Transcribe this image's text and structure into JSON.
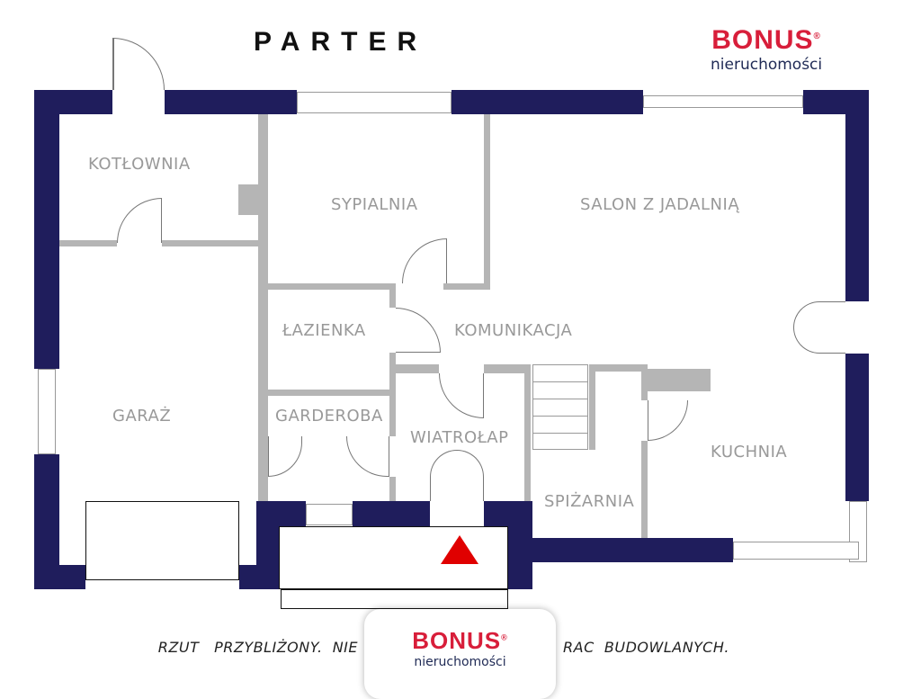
{
  "title": "PARTER",
  "logo": {
    "brand": "BONUS",
    "sub": "nieruchomości",
    "mark": "®"
  },
  "disclaimer": {
    "left": "RZUT   PRZYBLIŻONY.  NIE",
    "right": "RAC  BUDOWLANYCH."
  },
  "rooms": {
    "kotlownia": "KOTŁOWNIA",
    "sypialnia": "SYPIALNIA",
    "salon": "SALON Z JADALNIĄ",
    "lazienka": "ŁAZIENKA",
    "komunikacja": "KOMUNIKACJA",
    "garaz": "GARAŻ",
    "garderoba": "GARDEROBA",
    "wiatrolap": "WIATROŁAP",
    "kuchnia": "KUCHNIA",
    "spizarnia": "SPIŻARNIA"
  },
  "colors": {
    "wall": "#1f1d5c",
    "brand": "#d81e3a",
    "entrance": "#e00000"
  }
}
